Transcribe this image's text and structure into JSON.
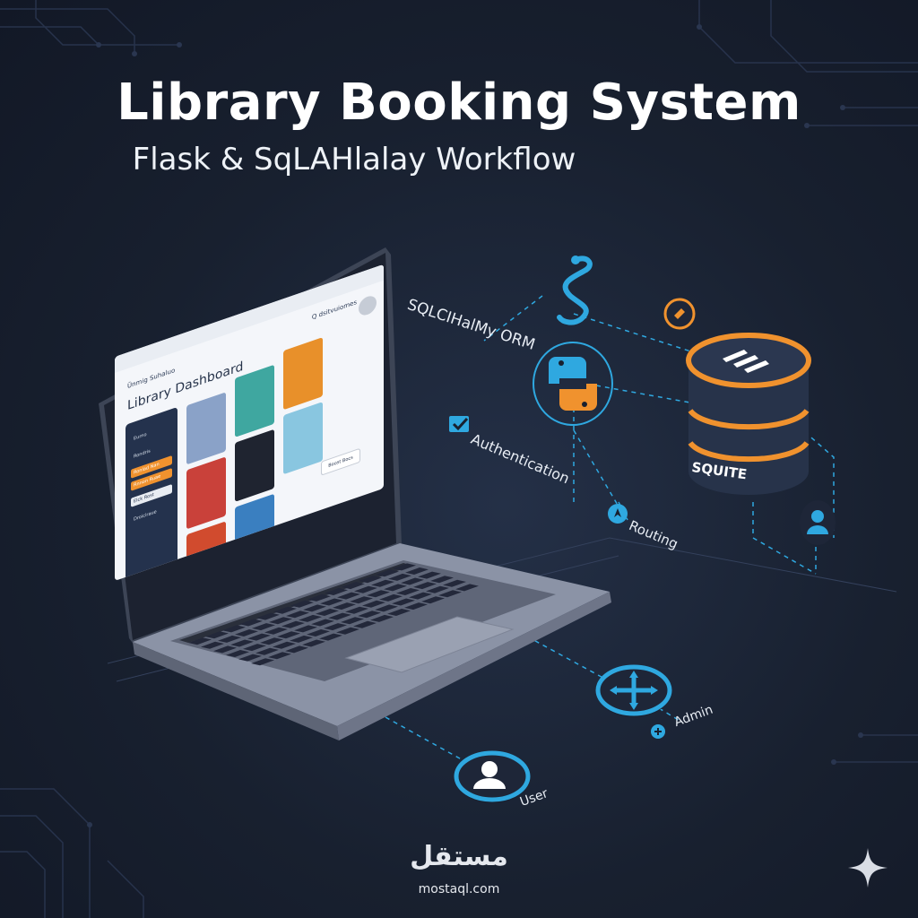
{
  "header": {
    "title": "Library Booking System",
    "subtitle": "Flask & SqLAHlalay Workflow"
  },
  "laptop_screen": {
    "org_name": "Ūnmig Suhaluo",
    "dashboard_title": "Library Dashboard",
    "search_label": "Q dsitvuiomes",
    "sidebar_items": [
      "Eurno",
      "Rondris",
      "Ronlad Nan",
      "Rnnon Ruae",
      "Elck Rost",
      "Droiciraue"
    ],
    "browse_button": "Boost Bocs"
  },
  "diagram": {
    "orm_label": "SQLCIHalMy ORM",
    "auth_label": "Authentication",
    "routing_label": "Routing",
    "database_label": "SQUITE",
    "admin_label": "Admin",
    "user_label": "User"
  },
  "icons": [
    "python-snake-icon",
    "python-logo-icon",
    "flask-arrows-icon",
    "checkmark-icon",
    "compass-icon",
    "user-icon",
    "admin-icon",
    "sparkle-icon"
  ],
  "colors": {
    "background": "#18202f",
    "accent_blue": "#2fa8e0",
    "accent_orange": "#f0922e",
    "database_dark": "#27334a"
  },
  "branding": {
    "arabic_name": "مستقل",
    "url": "mostaql.com"
  }
}
